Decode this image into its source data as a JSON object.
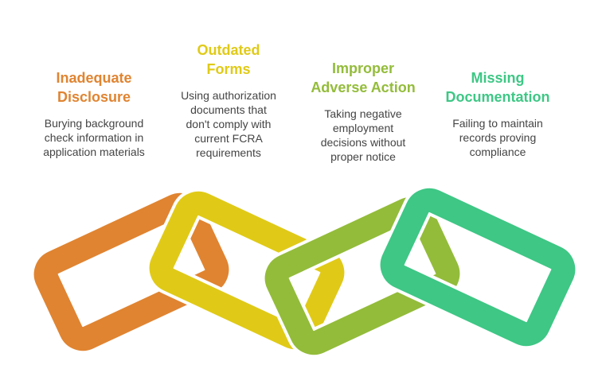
{
  "colors": {
    "orange": "#E08431",
    "yellow": "#E0CA17",
    "green": "#93BC3A",
    "teal": "#3EC785"
  },
  "items": [
    {
      "title_lines": [
        "Inadequate",
        "Disclosure"
      ],
      "desc_lines": [
        "Burying background",
        "check information in",
        "application materials"
      ]
    },
    {
      "title_lines": [
        "Outdated",
        "Forms"
      ],
      "desc_lines": [
        "Using authorization",
        "documents that",
        "don't comply with",
        "current FCRA",
        "requirements"
      ]
    },
    {
      "title_lines": [
        "Improper",
        "Adverse Action"
      ],
      "desc_lines": [
        "Taking negative",
        "employment",
        "decisions without",
        "proper notice"
      ]
    },
    {
      "title_lines": [
        "Missing",
        "Documentation"
      ],
      "desc_lines": [
        "Failing to maintain",
        "records proving",
        "compliance"
      ]
    }
  ]
}
